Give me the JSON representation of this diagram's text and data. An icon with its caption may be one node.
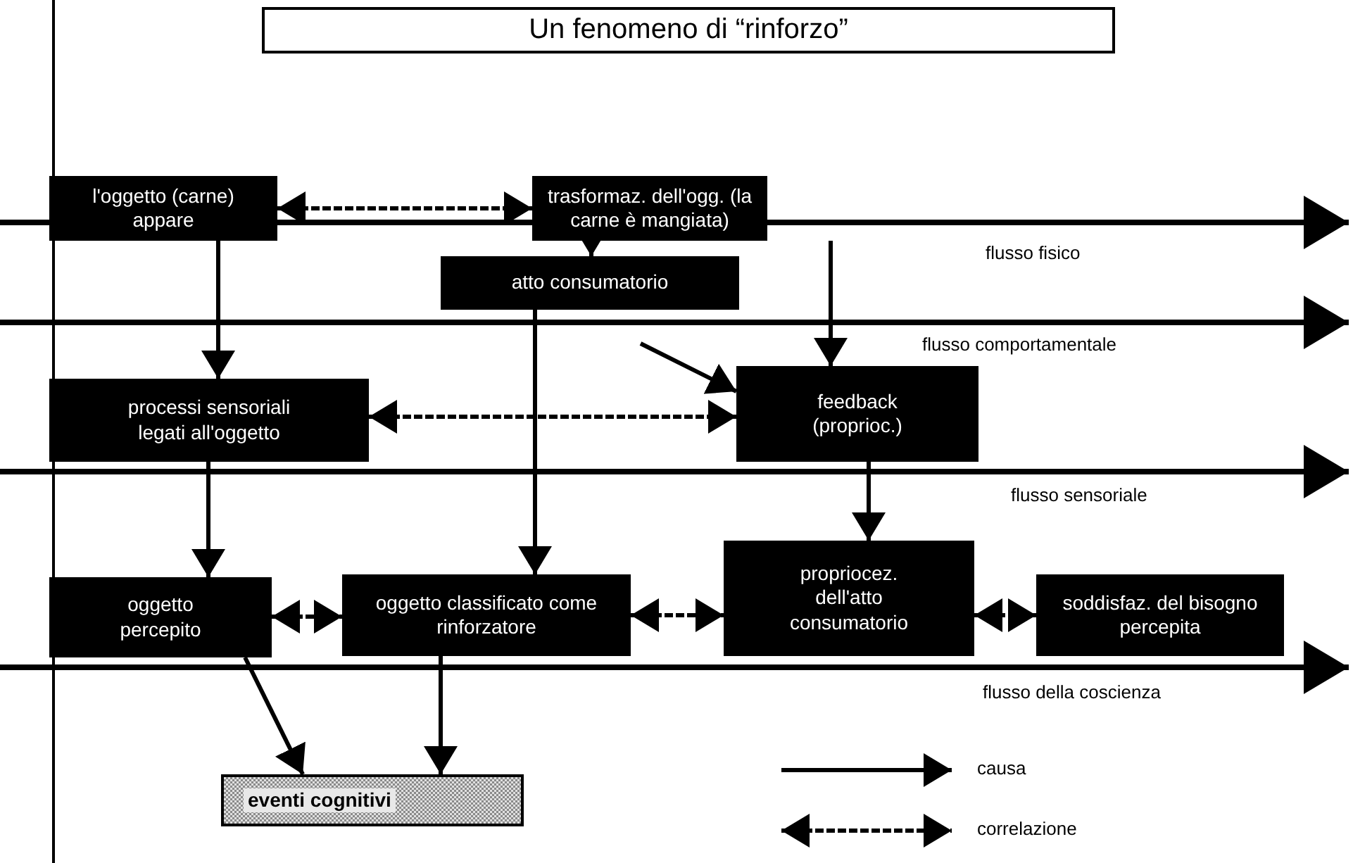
{
  "diagram": {
    "title": "Un fenomeno di “rinforzo”",
    "nodes": [
      {
        "text": [
          "l'oggetto (carne) appare"
        ]
      },
      {
        "text": [
          "trasformaz. dell'ogg. (la carne è mangiata)"
        ]
      },
      {
        "text": [
          "atto consumatorio"
        ]
      },
      {
        "text": [
          "processi sensoriali legati all'oggetto"
        ]
      },
      {
        "text": [
          "feedback (proprioc.)"
        ]
      },
      {
        "text": [
          "oggetto percepito"
        ]
      },
      {
        "text": [
          "oggetto classificato come rinforzatore"
        ]
      },
      {
        "text": [
          "propriocez. dell'atto consumatorio"
        ]
      },
      {
        "text": [
          "soddisfaz. del bisogno percepita"
        ]
      },
      {
        "text": [
          "eventi cognitivi"
        ]
      }
    ],
    "edges": [
      {
        "from": 0,
        "to": 1,
        "arrow": "both",
        "style": "dashed"
      },
      {
        "from": 1,
        "to": 2,
        "arrow": "to"
      },
      {
        "from": 1,
        "to": 4,
        "arrow": "to"
      },
      {
        "from": 0,
        "to": 3,
        "arrow": "to"
      },
      {
        "from": 2,
        "to": 6,
        "arrow": "to"
      },
      {
        "from": null,
        "to": 4,
        "arrow": "to"
      },
      {
        "from": 3,
        "to": 4,
        "arrow": "both",
        "style": "dashed"
      },
      {
        "from": 3,
        "to": 5,
        "arrow": "to"
      },
      {
        "from": 4,
        "to": 7,
        "arrow": "to"
      },
      {
        "from": 5,
        "to": 6,
        "arrow": "both",
        "style": "dashed"
      },
      {
        "from": 6,
        "to": 7,
        "arrow": "both",
        "style": "dashed"
      },
      {
        "from": 7,
        "to": 8,
        "arrow": "both",
        "style": "dashed"
      },
      {
        "from": 5,
        "to": 9,
        "arrow": "to"
      },
      {
        "from": 6,
        "to": 9,
        "arrow": "to"
      }
    ],
    "labels": [
      "flusso fisico",
      "flusso comportamentale",
      "flusso sensoriale",
      "flusso della coscienza"
    ],
    "legend": [
      {
        "text": "causa"
      },
      {
        "text": "correlazione"
      }
    ]
  }
}
